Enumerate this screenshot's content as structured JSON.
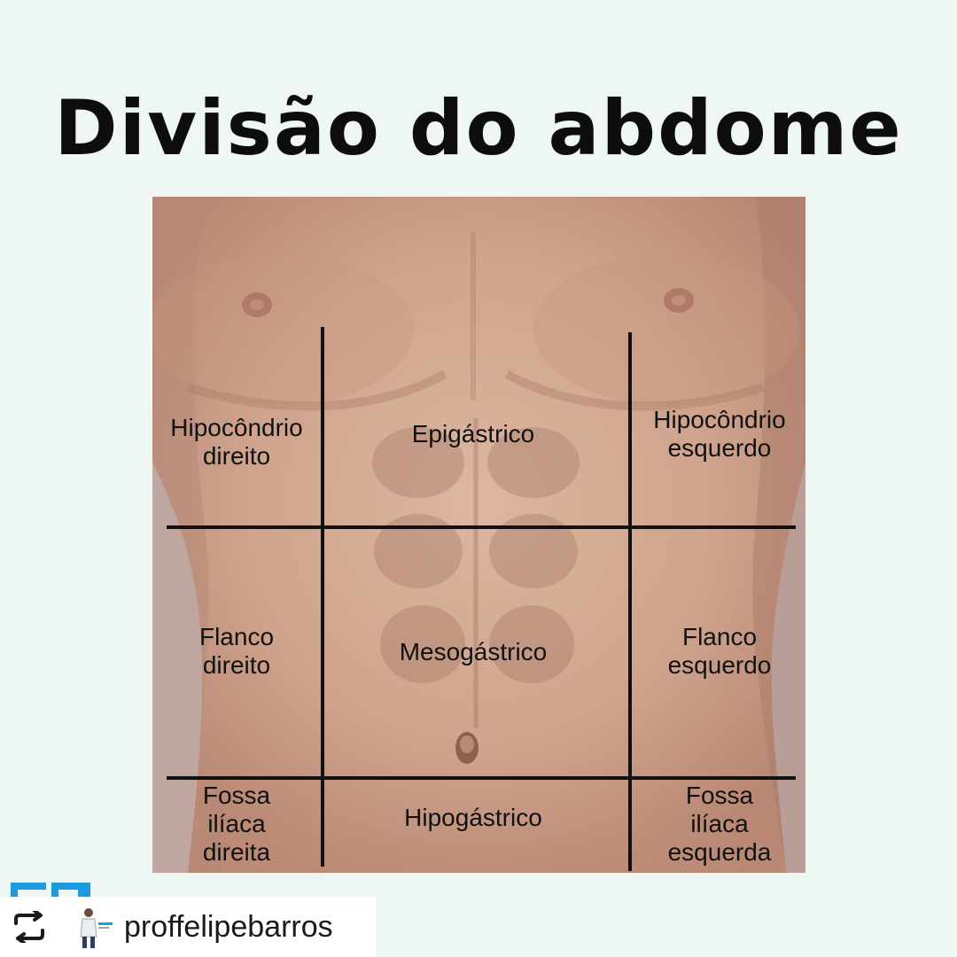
{
  "title": "Divisão do abdome",
  "regions": {
    "r1c1": [
      "Hipocôndrio",
      "direito"
    ],
    "r1c2": [
      "Epigástrico"
    ],
    "r1c3": [
      "Hipocôndrio",
      "esquerdo"
    ],
    "r2c1": [
      "Flanco",
      "direito"
    ],
    "r2c2": [
      "Mesogástrico"
    ],
    "r2c3": [
      "Flanco",
      "esquerdo"
    ],
    "r3c1": [
      "Fossa",
      "ilíaca",
      "direita"
    ],
    "r3c2": [
      "Hipogástrico"
    ],
    "r3c3": [
      "Fossa",
      "ilíaca",
      "esquerda"
    ]
  },
  "repost": {
    "handle": "proffelipebarros",
    "icon": "repost-icon",
    "avatar_icon": "doctor-avatar-icon"
  },
  "colors": {
    "background": "#eef7f4",
    "skin": "#d2ab95",
    "grid_line": "#111111",
    "brand_blue": "#1f9be0"
  }
}
